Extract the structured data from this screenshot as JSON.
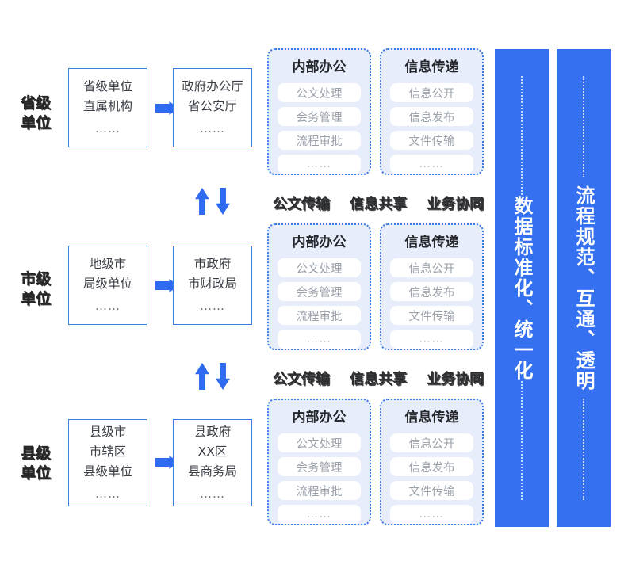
{
  "tiers": [
    {
      "label_lines": [
        "省级",
        "单位"
      ],
      "source_box": {
        "lines": [
          "省级单位",
          "直属机构"
        ],
        "dots": "……"
      },
      "target_box": {
        "lines": [
          "政府办公厅",
          "省公安厅"
        ],
        "dots": "……"
      },
      "arrow_icon": "arrow-right-icon",
      "panels": [
        {
          "title": "内部办公",
          "items": [
            "公文处理",
            "会务管理",
            "流程审批",
            "……"
          ]
        },
        {
          "title": "信息传递",
          "items": [
            "信息公开",
            "信息发布",
            "文件传输",
            "……"
          ]
        }
      ]
    },
    {
      "label_lines": [
        "市级",
        "单位"
      ],
      "source_box": {
        "lines": [
          "地级市",
          "局级单位"
        ],
        "dots": "……"
      },
      "target_box": {
        "lines": [
          "市政府",
          "市财政局"
        ],
        "dots": "……"
      },
      "arrow_icon": "arrow-right-icon",
      "panels": [
        {
          "title": "内部办公",
          "items": [
            "公文处理",
            "会务管理",
            "流程审批",
            "……"
          ]
        },
        {
          "title": "信息传递",
          "items": [
            "信息公开",
            "信息发布",
            "文件传输",
            "……"
          ]
        }
      ]
    },
    {
      "label_lines": [
        "县级",
        "单位"
      ],
      "source_box": {
        "lines": [
          "县级市",
          "市辖区",
          "县级单位"
        ],
        "dots": "……"
      },
      "target_box": {
        "lines": [
          "县政府",
          "XX区",
          "县商务局"
        ],
        "dots": "……"
      },
      "arrow_icon": "arrow-right-icon",
      "panels": [
        {
          "title": "内部办公",
          "items": [
            "公文处理",
            "会务管理",
            "流程审批",
            "……"
          ]
        },
        {
          "title": "信息传递",
          "items": [
            "信息公开",
            "信息发布",
            "文件传输",
            "……"
          ]
        }
      ]
    }
  ],
  "connectors": [
    {
      "up_icon": "arrow-up-icon",
      "down_icon": "arrow-down-icon",
      "caption": "公文传输    信息共享    业务协同"
    },
    {
      "up_icon": "arrow-up-icon",
      "down_icon": "arrow-down-icon",
      "caption": "公文传输    信息共享    业务协同"
    }
  ],
  "side_bars": [
    {
      "text": "数据标准化、统一化"
    },
    {
      "text": "流程规范、互通、透明"
    }
  ],
  "colors": {
    "primary_blue": "#3470f0",
    "arrow_blue": "#2f6bf0",
    "box_border": "#3d7ae4",
    "panel_bg": "#e7edfb",
    "panel_item_text": "#9ba1ab",
    "heading_dark": "#24262b"
  }
}
